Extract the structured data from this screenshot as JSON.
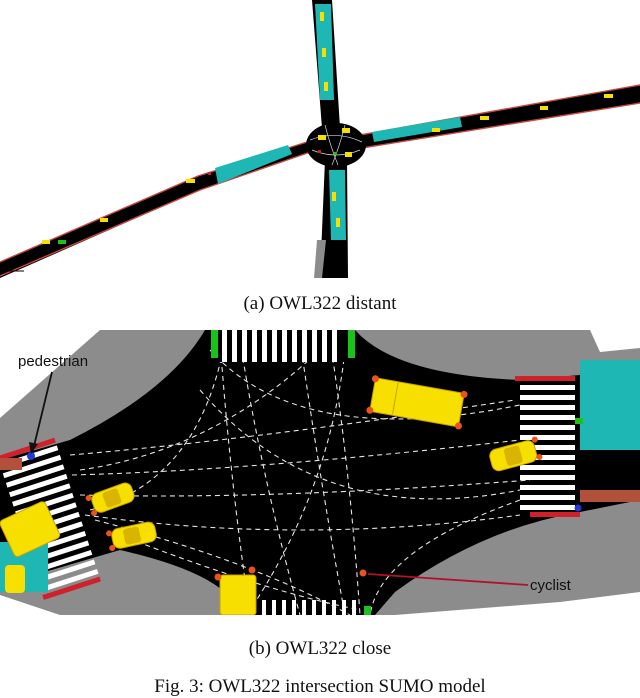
{
  "figure": {
    "panels": [
      {
        "id": "a",
        "caption": "(a) OWL322 distant"
      },
      {
        "id": "b",
        "caption": "(b) OWL322 close"
      }
    ],
    "caption": "Fig. 3: OWL322 intersection SUMO model",
    "annotations": {
      "pedestrian": "pedestrian",
      "cyclist": "cyclist"
    }
  },
  "colors": {
    "road": "#000000",
    "ground": "#8c8c8c",
    "bus_lane": "#1fb7b3",
    "vehicle": "#f7e000",
    "curb": "#d0202a",
    "signal_green": "#19c319",
    "lane_marking": "#ffffff",
    "bike_lane": "#b3503c"
  }
}
